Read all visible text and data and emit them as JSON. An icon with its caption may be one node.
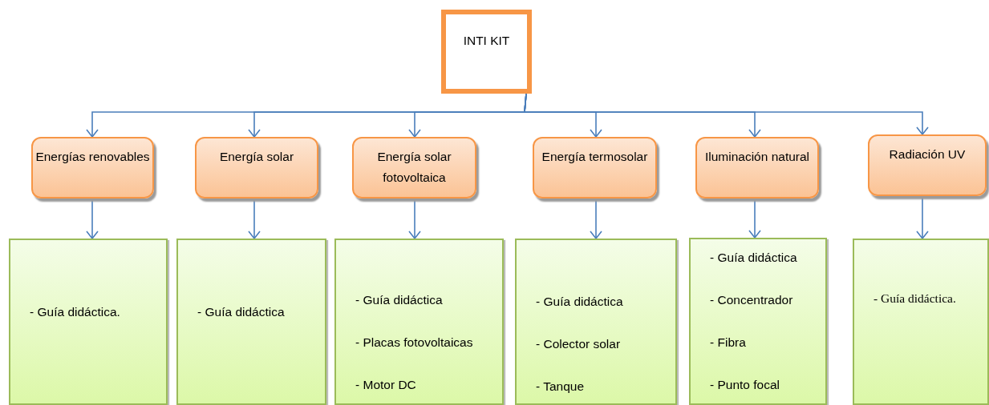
{
  "diagram": {
    "nodes": [
      {
        "text": [
          "INTI KIT"
        ]
      },
      {
        "text": [
          "Energías renovables"
        ]
      },
      {
        "text": [
          "Energía solar"
        ]
      },
      {
        "text": [
          "Energía solar fotovoltaica"
        ]
      },
      {
        "text": [
          "Energía termosolar"
        ]
      },
      {
        "text": [
          "Iluminación natural"
        ]
      },
      {
        "text": [
          "Radiación UV"
        ]
      },
      {
        "text": [
          "- Guía didáctica."
        ]
      },
      {
        "text": [
          "- Guía didáctica"
        ]
      },
      {
        "text": [
          "- Guía didáctica",
          "- Placas fotovoltaicas",
          "- Motor DC"
        ]
      },
      {
        "text": [
          "- Guía didáctica",
          "- Colector solar",
          "- Tanque"
        ]
      },
      {
        "text": [
          "- Guía didáctica",
          "- Concentrador",
          "- Fibra",
          "- Punto focal"
        ]
      },
      {
        "text": [
          "- Guía didáctica."
        ]
      }
    ],
    "edges": [
      {
        "from": 0,
        "to": 1,
        "arrow": "to"
      },
      {
        "from": 0,
        "to": 2,
        "arrow": "to"
      },
      {
        "from": 0,
        "to": 3,
        "arrow": "to"
      },
      {
        "from": 0,
        "to": 4,
        "arrow": "to"
      },
      {
        "from": 0,
        "to": 5,
        "arrow": "to"
      },
      {
        "from": 0,
        "to": 6,
        "arrow": "to"
      },
      {
        "from": 1,
        "to": 7,
        "arrow": "to"
      },
      {
        "from": 2,
        "to": 8,
        "arrow": "to"
      },
      {
        "from": 3,
        "to": 9,
        "arrow": "to"
      },
      {
        "from": 4,
        "to": 10,
        "arrow": "to"
      },
      {
        "from": 5,
        "to": 11,
        "arrow": "to"
      },
      {
        "from": 6,
        "to": 12,
        "arrow": "to"
      }
    ]
  }
}
